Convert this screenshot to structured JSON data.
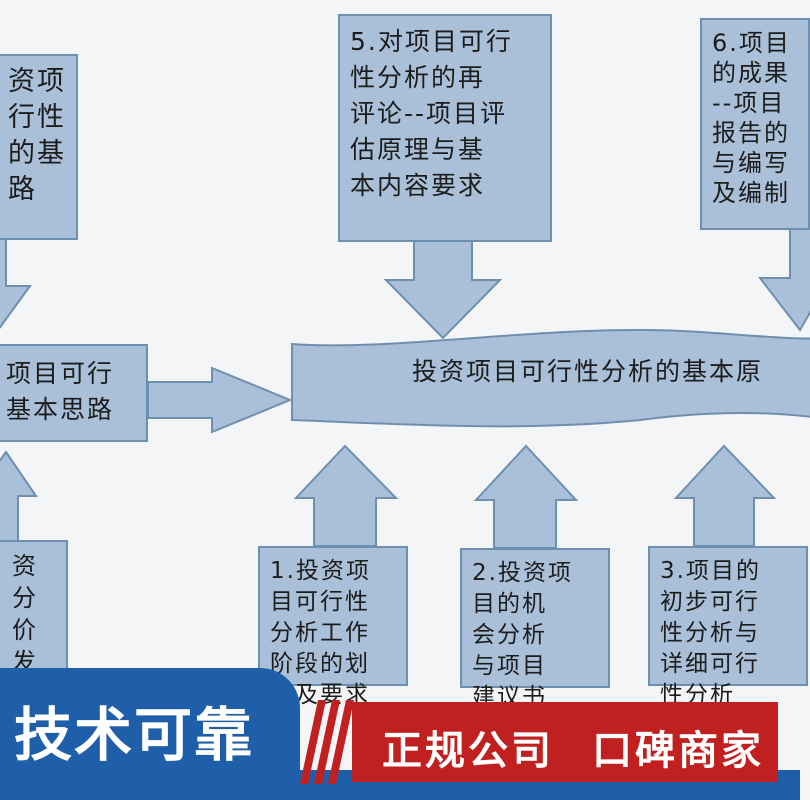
{
  "center": {
    "text": "投资项目可行性分析的基本原"
  },
  "boxes": {
    "top_left": "资项\n行性\n的基\n路",
    "top_middle": "5.对项目可行\n性分析的再\n评论--项目评\n估原理与基\n本内容要求",
    "top_right": "6.项目\n的成果\n--项目\n报告的\n与编写\n及编制",
    "middle_left": "项目可行\n基本思路",
    "bottom_left": "资\n分\n价\n发",
    "bottom_1": "1.投资项\n目可行性\n分析工作\n阶段的划\n分及要求",
    "bottom_2": "2.投资项\n目的机\n会分析\n与项目\n建议书",
    "bottom_3": "3.项目的\n初步可行\n性分析与\n详细可行\n性分析"
  },
  "banner": {
    "title": "技术可靠",
    "tag1": "正规公司",
    "tag2": "口碑商家"
  },
  "colors": {
    "box_fill": "#a9c0d8",
    "box_border": "#6f8fb0",
    "banner_blue": "#1f5ea8",
    "banner_red": "#c0201f"
  }
}
